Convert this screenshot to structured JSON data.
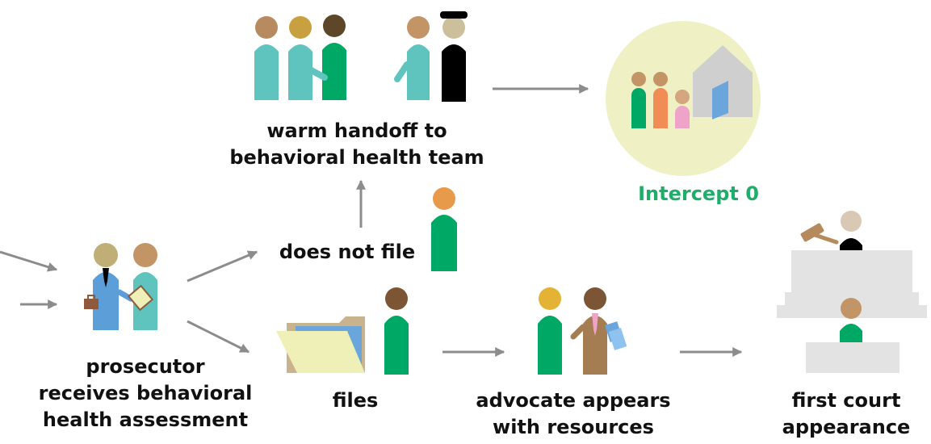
{
  "labels": {
    "warm_handoff": [
      "warm handoff to",
      "behavioral health team"
    ],
    "intercept": "Intercept 0",
    "does_not_file": "does not file",
    "prosecutor": [
      "prosecutor",
      "receives behavioral",
      "health assessment"
    ],
    "files": "files",
    "advocate": [
      "advocate appears",
      "with resources"
    ],
    "first_court": [
      "first court",
      "appearance"
    ]
  },
  "colors": {
    "arrow": "#8c8c8c",
    "teal": "#5ec4bd",
    "green": "#00a866",
    "blue_suit": "#5b9ed8",
    "black": "#000000",
    "brown_suit": "#a57d52",
    "orange": "#f28c55",
    "pink": "#f0a3c8",
    "house": "#cfcfcf",
    "door": "#6aa6dc",
    "intercept_circle": "#eff1c4",
    "intercept_text": "#1fae6a",
    "folder": "#eef0b8",
    "folder_back": "#c9b38d",
    "folder_paper": "#6aa6dc",
    "bench": "#e3e3e3",
    "gavel": "#b58a5c"
  },
  "icons": [
    "people-group-icon",
    "officer-handoff-icon",
    "family-home-icon",
    "person-icon",
    "prosecutor-icon",
    "folder-icon",
    "advocate-icon",
    "courtroom-icon",
    "arrow-icon"
  ]
}
